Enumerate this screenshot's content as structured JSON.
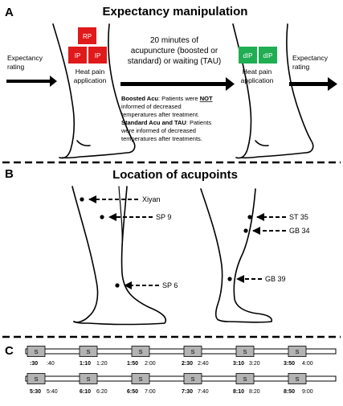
{
  "panel_a": {
    "letter": "A",
    "title": "Expectancy manipulation",
    "left_rating": [
      "Expectancy",
      "rating"
    ],
    "right_rating": [
      "Expectancy",
      "rating"
    ],
    "left_pads": [
      "RP",
      "IP",
      "IP"
    ],
    "right_pads": [
      "dIP",
      "dIP"
    ],
    "left_heat": [
      "Heat pain",
      "application"
    ],
    "right_heat": [
      "Heat pain",
      "application"
    ],
    "middle": [
      "20 minutes of",
      "acupuncture (boosted or",
      "standard) or waiting (TAU)"
    ],
    "boosted": {
      "label": "Boosted Acu",
      "line1_rest": ": Patients were ",
      "emph": "NOT",
      "line2": "informed of decreased",
      "line3": "temperatures after treatment."
    },
    "standard": {
      "label": "Standard Acu and TAU",
      "line1_rest": ": Patients",
      "line2": "were informed of decreased",
      "line3": "temperatures after treatments."
    },
    "colors": {
      "red_pad": "#e0191b",
      "green_pad": "#1fae52"
    }
  },
  "panel_b": {
    "letter": "B",
    "title": "Location of acupoints",
    "points": [
      "Xiyan",
      "SP 9",
      "SP 6",
      "ST 35",
      "GB 34",
      "GB 39"
    ]
  },
  "panel_c": {
    "letter": "C",
    "block_label": "S",
    "row1": [
      ":30",
      ":40",
      "1:10",
      "1:20",
      "1:50",
      "2:00",
      "2:30",
      "2:40",
      "3:10",
      "3:20",
      "3:50",
      "4:00"
    ],
    "row2": [
      "5:30",
      "5:40",
      "6:10",
      "6:20",
      "6:50",
      "7:00",
      "7:30",
      "7:40",
      "8:10",
      "8:20",
      "8:50",
      "9:00"
    ],
    "colors": {
      "block": "#b3b3b3"
    }
  }
}
